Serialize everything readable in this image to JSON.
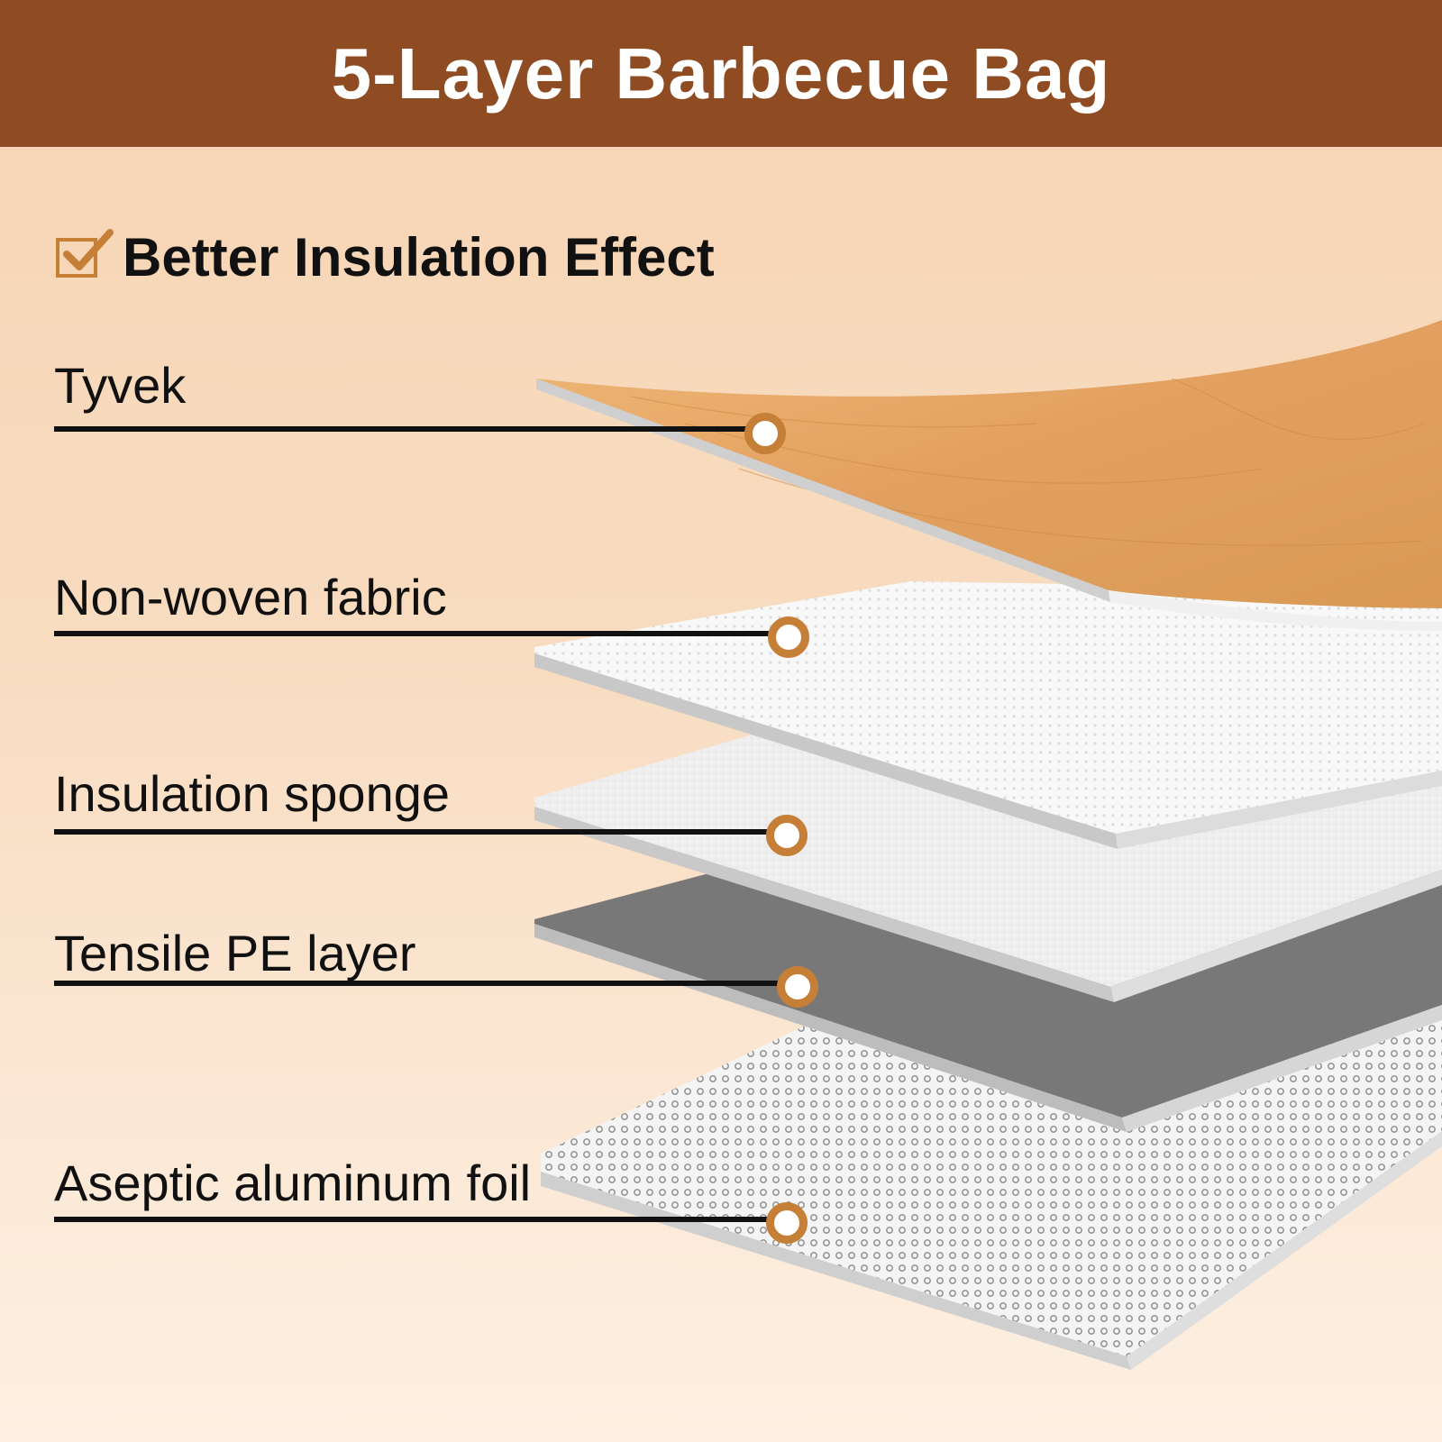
{
  "header": {
    "title": "5-Layer Barbecue Bag",
    "color": "#8f4c23"
  },
  "subtitle": {
    "text": "Better Insulation Effect",
    "icon": "checkbox-check-icon",
    "icon_color": "#c57f37"
  },
  "layers": [
    {
      "label": "Tyvek",
      "color": "#e3a564"
    },
    {
      "label": "Non-woven fabric",
      "color": "#f7f7f7"
    },
    {
      "label": "Insulation sponge",
      "color": "#eeeeee"
    },
    {
      "label": "Tensile PE layer",
      "color": "#777777"
    },
    {
      "label": "Aseptic aluminum foil",
      "color": "#f0f0f0"
    }
  ],
  "marker_color": "#c57f37"
}
